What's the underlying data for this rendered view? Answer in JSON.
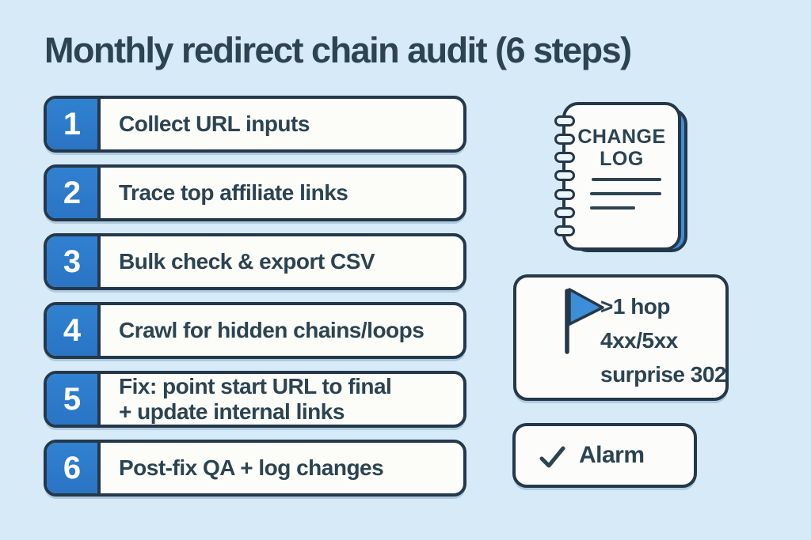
{
  "title": "Monthly redirect chain audit (6 steps)",
  "steps": [
    {
      "number": "1",
      "label": "Collect URL inputs"
    },
    {
      "number": "2",
      "label": "Trace top affiliate links"
    },
    {
      "number": "3",
      "label": "Bulk check & export CSV"
    },
    {
      "number": "4",
      "label": "Crawl for hidden chains/loops"
    },
    {
      "number": "5",
      "label": [
        "Fix: point start URL to final",
        "+ update internal links"
      ]
    },
    {
      "number": "6",
      "label": "Post-fix QA + log changes"
    }
  ],
  "notebook": {
    "title_lines": [
      "CHANGE",
      "LOG"
    ],
    "ring_count": 7,
    "ruled_line_count": 3
  },
  "flag_card": {
    "icon": "flag-icon",
    "lines": [
      ">1 hop",
      "4xx/5xx",
      "surprise 302"
    ]
  },
  "alarm_card": {
    "icon": "checkmark-icon",
    "label": "Alarm"
  },
  "colors": {
    "background": "#d6eaf8",
    "ink": "#2c4351",
    "outline": "#24384a",
    "accent_blue": "#2b79c8",
    "flag_blue": "#3d8ed9",
    "card_bg": "#fcfdfa"
  }
}
